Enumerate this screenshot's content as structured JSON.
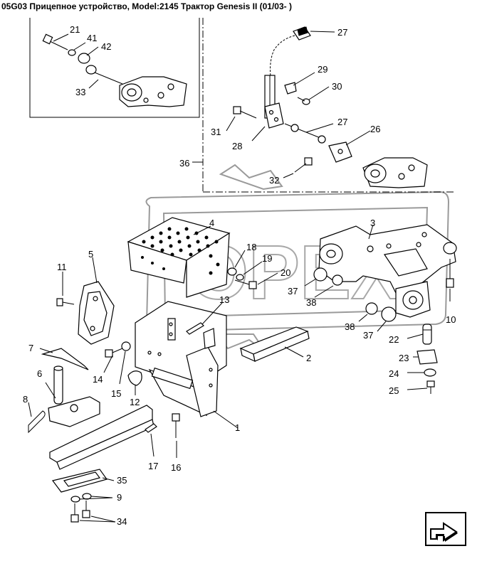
{
  "title": "05G03 Прицепное устройство, Model:2145 Трактор Genesis II (01/03- )",
  "watermark": "OPEX",
  "nav_icon": "next-arrow-icon",
  "labels": {
    "p1": "1",
    "p2": "2",
    "p3": "3",
    "p4": "4",
    "p5": "5",
    "p6": "6",
    "p7": "7",
    "p8": "8",
    "p9": "9",
    "p10": "10",
    "p11": "11",
    "p12": "12",
    "p13": "13",
    "p14": "14",
    "p15": "15",
    "p16": "16",
    "p17": "17",
    "p18": "18",
    "p19": "19",
    "p20": "20",
    "p21": "21",
    "p22": "22",
    "p23": "23",
    "p24": "24",
    "p25": "25",
    "p26": "26",
    "p27a": "27",
    "p27b": "27",
    "p28": "28",
    "p29": "29",
    "p30": "30",
    "p31": "31",
    "p32": "32",
    "p33": "33",
    "p34": "34",
    "p35": "35",
    "p36": "36",
    "p37a": "37",
    "p37b": "37",
    "p38a": "38",
    "p38b": "38",
    "p41": "41",
    "p42": "42"
  },
  "colors": {
    "ink": "#000000",
    "watermark": "#9a9a9a",
    "background": "#ffffff"
  }
}
